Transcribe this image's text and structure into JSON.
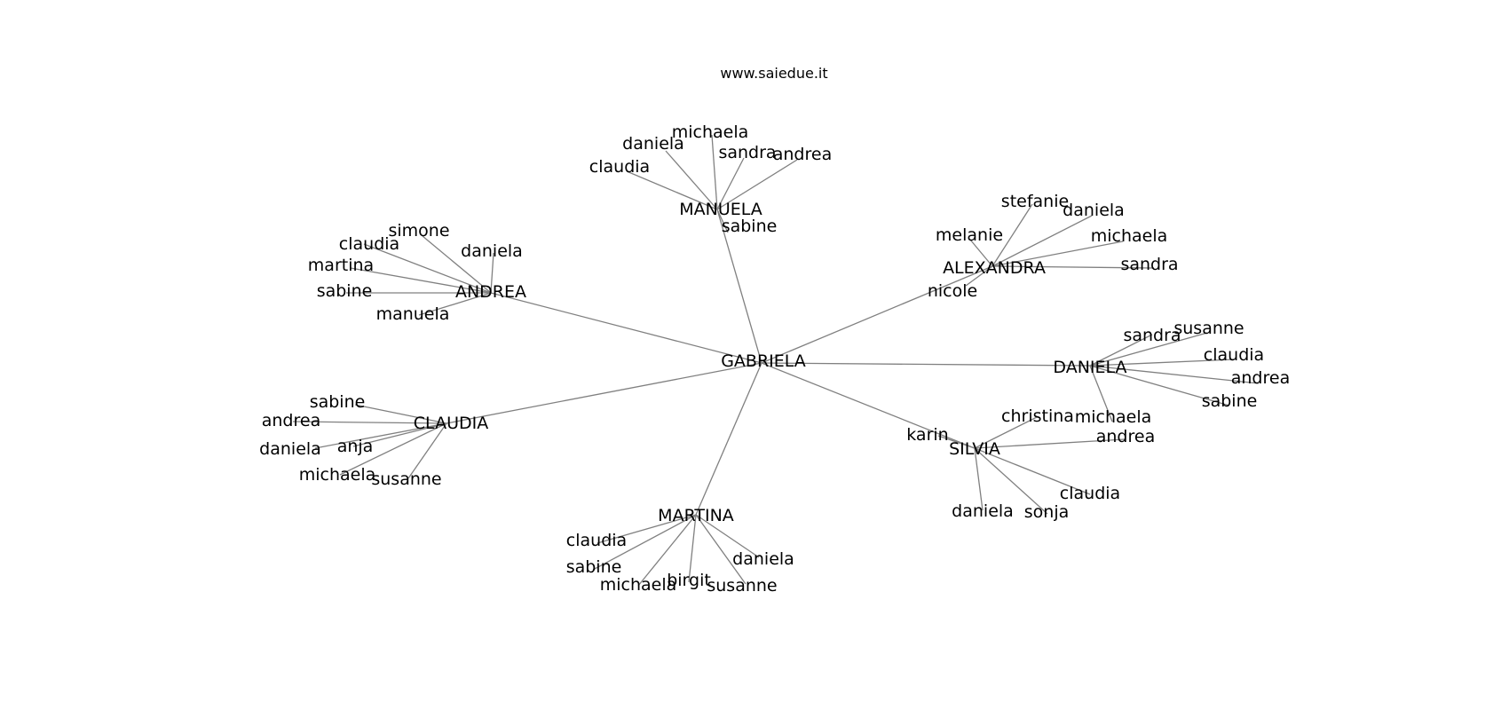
{
  "header": {
    "site": "www.saiedue.it"
  },
  "graph": {
    "root": {
      "id": "gabriela",
      "label": "GABRIELA"
    },
    "groups": [
      {
        "id": "manuela",
        "label": "MANUELA",
        "children": [
          "claudia",
          "daniela",
          "michaela",
          "sandra",
          "andrea",
          "sabine"
        ]
      },
      {
        "id": "alexandra",
        "label": "ALEXANDRA",
        "children": [
          "melanie",
          "stefanie",
          "daniela",
          "michaela",
          "sandra",
          "nicole"
        ]
      },
      {
        "id": "daniela",
        "label": "DANIELA",
        "children": [
          "sandra",
          "susanne",
          "claudia",
          "andrea",
          "sabine",
          "michaela"
        ]
      },
      {
        "id": "silvia",
        "label": "SILVIA",
        "children": [
          "karin",
          "christina",
          "andrea",
          "claudia",
          "sonja",
          "daniela"
        ]
      },
      {
        "id": "martina",
        "label": "MARTINA",
        "children": [
          "claudia",
          "sabine",
          "michaela",
          "birgit",
          "susanne",
          "daniela"
        ]
      },
      {
        "id": "claudia",
        "label": "CLAUDIA",
        "children": [
          "sabine",
          "andrea",
          "daniela",
          "anja",
          "michaela",
          "susanne"
        ]
      },
      {
        "id": "andrea",
        "label": "ANDREA",
        "children": [
          "simone",
          "claudia",
          "martina",
          "sabine",
          "manuela",
          "daniela"
        ]
      }
    ]
  }
}
